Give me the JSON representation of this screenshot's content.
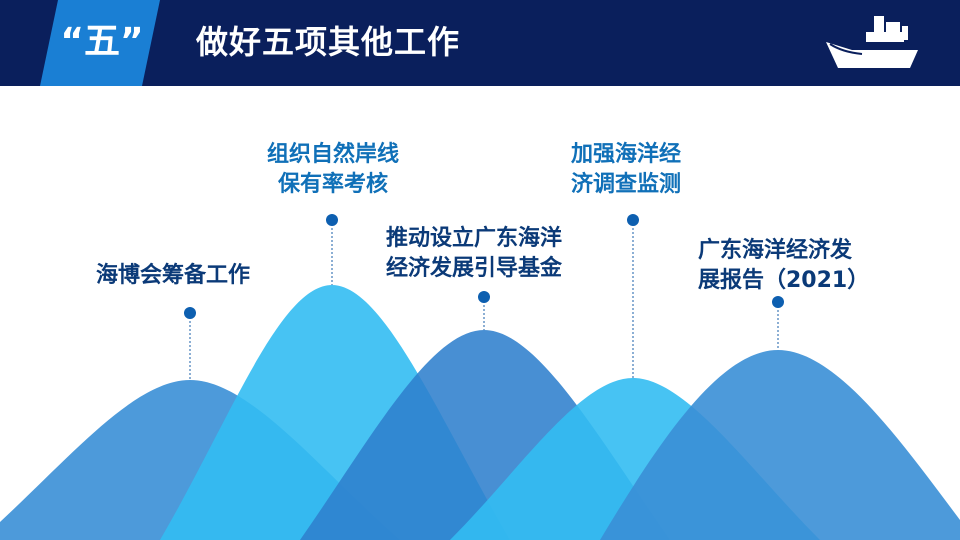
{
  "header": {
    "section_number": "“五”",
    "title": "做好五项其他工作",
    "icon": "ship-icon"
  },
  "colors": {
    "header_bg": "#0a1f5c",
    "accent": "#1a7fd4",
    "mountain_light": "#33bdf2",
    "mountain_mid": "#3a8fd6",
    "text_dark": "#0b3a78",
    "text_accent": "#1070b8"
  },
  "items": [
    {
      "line1": "海博会筹备工作",
      "line2": ""
    },
    {
      "line1": "组织自然岸线",
      "line2": "保有率考核"
    },
    {
      "line1": "推动设立广东海洋",
      "line2": "经济发展引导基金"
    },
    {
      "line1": "加强海洋经",
      "line2": "济调查监测"
    },
    {
      "line1": "广东海洋经济发",
      "line2": "展报告（2021）"
    }
  ]
}
